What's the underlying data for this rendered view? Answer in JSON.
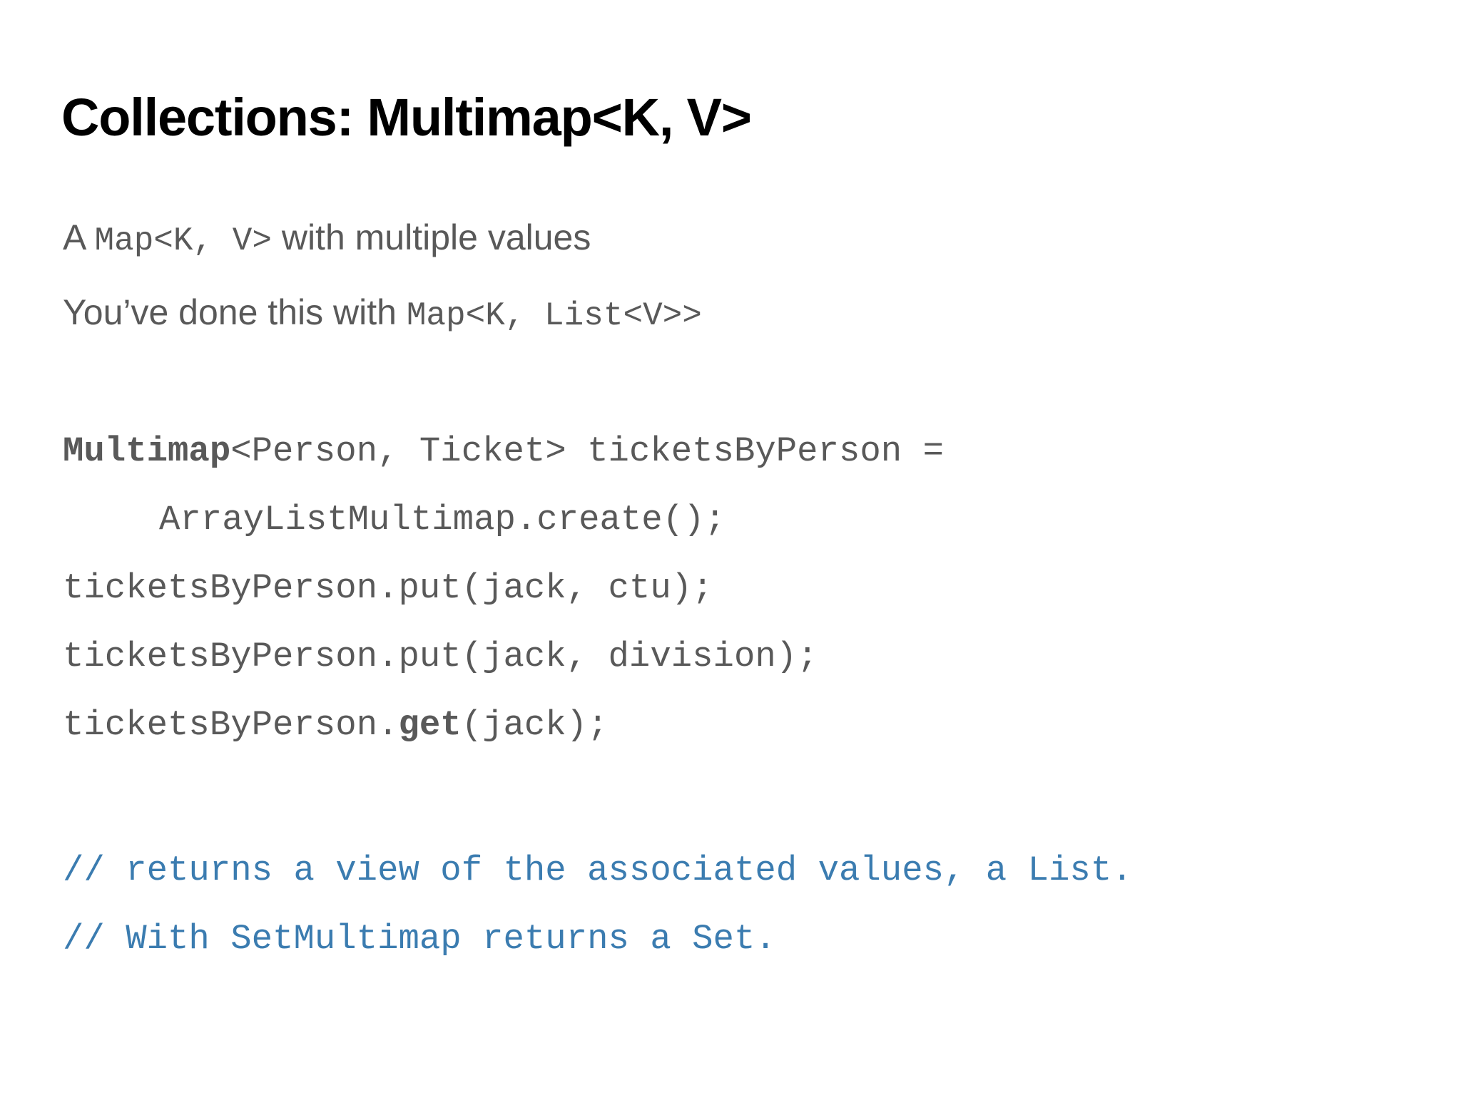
{
  "slide": {
    "title": "Collections: Multimap<K, V>",
    "background_color": "#ffffff",
    "title_color": "#000000",
    "body_text_color": "#595959",
    "comment_color": "#3b7cb0"
  },
  "prose": {
    "line1": {
      "part1": "A ",
      "code1": "Map<K, V>",
      "part2": " with multiple values"
    },
    "line2": {
      "part1": "You’ve done this with ",
      "code1": "Map<K, List<V>>"
    }
  },
  "code": {
    "line1": {
      "bold": "Multimap",
      "rest": "<Person, Ticket> ticketsByPerson ="
    },
    "line2": "ArrayListMultimap.create();",
    "line3": "ticketsByPerson.put(jack, ctu);",
    "line4": "ticketsByPerson.put(jack, division);",
    "line5": {
      "before": "ticketsByPerson.",
      "bold": "get",
      "after": "(jack);"
    }
  },
  "comments": {
    "line1": "// returns a view of the associated values, a List.",
    "line2": "// With SetMultimap returns a Set."
  }
}
